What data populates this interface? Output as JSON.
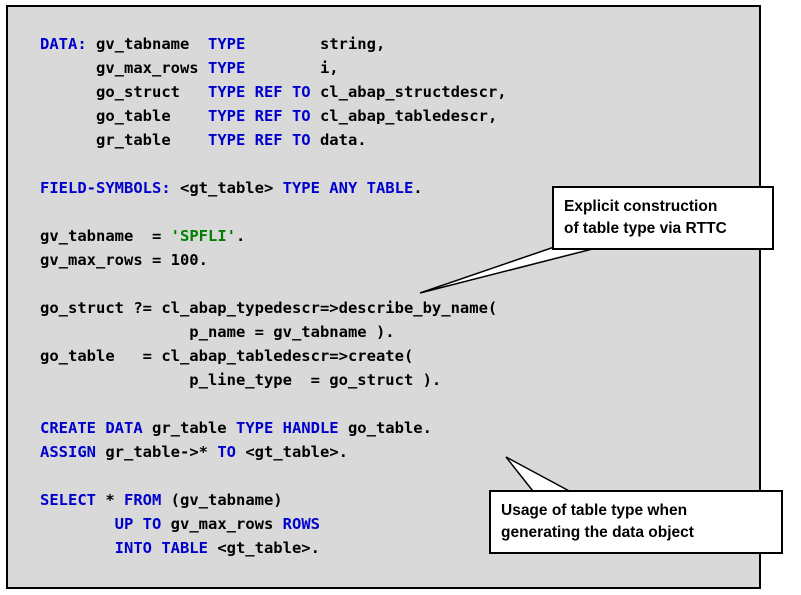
{
  "panel": {
    "background": "#d9d9d9",
    "border_color": "#000000"
  },
  "code": {
    "colors": {
      "kw": "#0000cd",
      "str": "#007f00",
      "plain": "#000000"
    },
    "lines": [
      [
        {
          "c": "kw",
          "t": "DATA:"
        },
        {
          "c": "plain",
          "t": " gv_tabname  "
        },
        {
          "c": "kw",
          "t": "TYPE"
        },
        {
          "c": "plain",
          "t": "        string,"
        }
      ],
      [
        {
          "c": "plain",
          "t": "      gv_max_rows "
        },
        {
          "c": "kw",
          "t": "TYPE"
        },
        {
          "c": "plain",
          "t": "        i,"
        }
      ],
      [
        {
          "c": "plain",
          "t": "      go_struct   "
        },
        {
          "c": "kw",
          "t": "TYPE REF TO"
        },
        {
          "c": "plain",
          "t": " cl_abap_structdescr,"
        }
      ],
      [
        {
          "c": "plain",
          "t": "      go_table    "
        },
        {
          "c": "kw",
          "t": "TYPE REF TO"
        },
        {
          "c": "plain",
          "t": " cl_abap_tabledescr,"
        }
      ],
      [
        {
          "c": "plain",
          "t": "      gr_table    "
        },
        {
          "c": "kw",
          "t": "TYPE REF TO"
        },
        {
          "c": "plain",
          "t": " data."
        }
      ],
      [],
      [
        {
          "c": "kw",
          "t": "FIELD-SYMBOLS:"
        },
        {
          "c": "plain",
          "t": " <gt_table> "
        },
        {
          "c": "kw",
          "t": "TYPE ANY TABLE"
        },
        {
          "c": "plain",
          "t": "."
        }
      ],
      [],
      [
        {
          "c": "plain",
          "t": "gv_tabname  = "
        },
        {
          "c": "str",
          "t": "'SPFLI'"
        },
        {
          "c": "plain",
          "t": "."
        }
      ],
      [
        {
          "c": "plain",
          "t": "gv_max_rows = 100."
        }
      ],
      [],
      [
        {
          "c": "plain",
          "t": "go_struct ?= cl_abap_typedescr=>describe_by_name("
        }
      ],
      [
        {
          "c": "plain",
          "t": "                p_name = gv_tabname )."
        }
      ],
      [
        {
          "c": "plain",
          "t": "go_table   = cl_abap_tabledescr=>create("
        }
      ],
      [
        {
          "c": "plain",
          "t": "                p_line_type  = go_struct )."
        }
      ],
      [],
      [
        {
          "c": "kw",
          "t": "CREATE DATA"
        },
        {
          "c": "plain",
          "t": " gr_table "
        },
        {
          "c": "kw",
          "t": "TYPE HANDLE"
        },
        {
          "c": "plain",
          "t": " go_table."
        }
      ],
      [
        {
          "c": "kw",
          "t": "ASSIGN"
        },
        {
          "c": "plain",
          "t": " gr_table->* "
        },
        {
          "c": "kw",
          "t": "TO"
        },
        {
          "c": "plain",
          "t": " <gt_table>."
        }
      ],
      [],
      [
        {
          "c": "kw",
          "t": "SELECT"
        },
        {
          "c": "plain",
          "t": " * "
        },
        {
          "c": "kw",
          "t": "FROM"
        },
        {
          "c": "plain",
          "t": " (gv_tabname)"
        }
      ],
      [
        {
          "c": "plain",
          "t": "        "
        },
        {
          "c": "kw",
          "t": "UP TO"
        },
        {
          "c": "plain",
          "t": " gv_max_rows "
        },
        {
          "c": "kw",
          "t": "ROWS"
        }
      ],
      [
        {
          "c": "plain",
          "t": "        "
        },
        {
          "c": "kw",
          "t": "INTO TABLE"
        },
        {
          "c": "plain",
          "t": " <gt_table>."
        }
      ]
    ]
  },
  "callouts": [
    {
      "lines": [
        "Explicit construction",
        "of table type via RTTC"
      ]
    },
    {
      "lines": [
        "Usage of table type when",
        "generating the data object"
      ]
    }
  ]
}
